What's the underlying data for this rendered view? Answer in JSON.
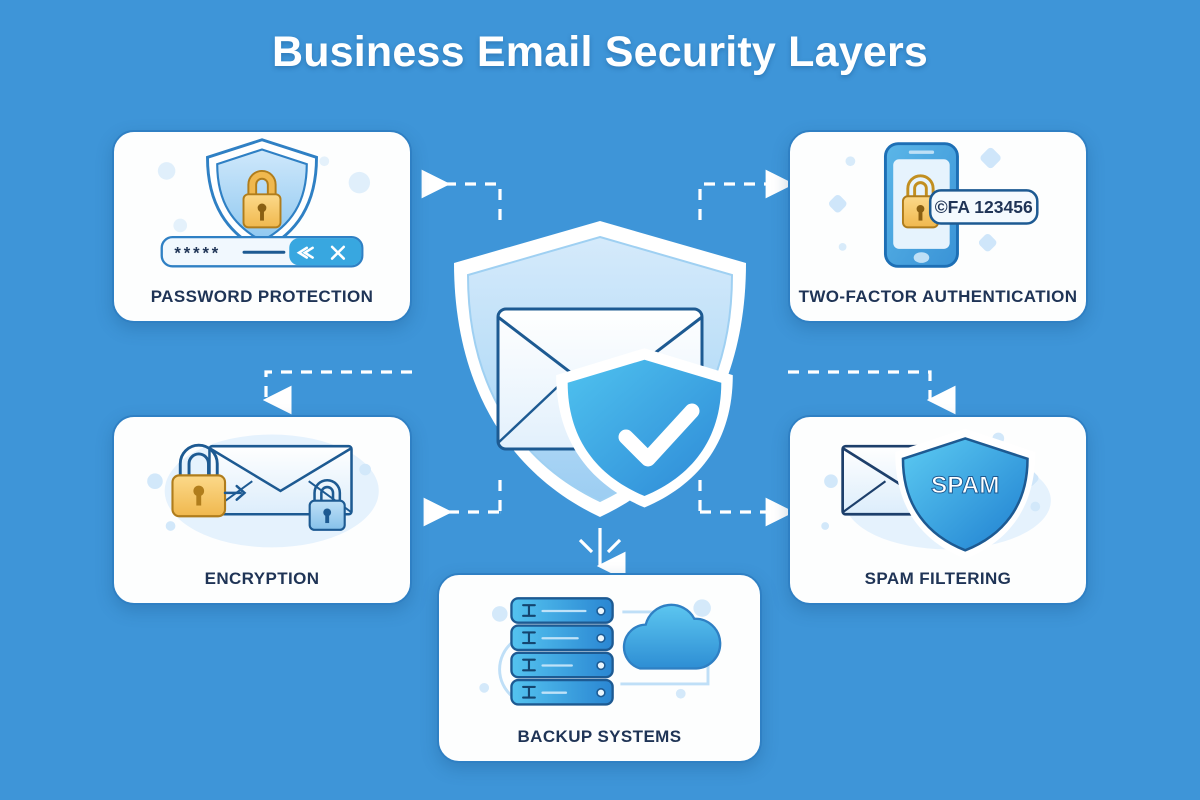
{
  "page": {
    "title": "Business Email Security Layers",
    "background_color": "#3e95d8",
    "card_background": "#fdfefe",
    "label_color": "#1f3456",
    "accent_color": "#2f80c4",
    "connector_color": "#ffffff"
  },
  "hub": {
    "name": "central-email-shield",
    "elements": [
      "shield",
      "envelope",
      "verified-check-badge"
    ]
  },
  "cards": [
    {
      "id": "password",
      "label": "PASSWORD PROTECTION",
      "icon": "shield-lock-icon",
      "field_value": "*****",
      "position": "top-left"
    },
    {
      "id": "twofa",
      "label": "TWO-FACTOR AUTHENTICATION",
      "icon": "smartphone-lock-icon",
      "code_badge": "©FA 123456",
      "position": "top-right"
    },
    {
      "id": "encryption",
      "label": "ENCRYPTION",
      "icon": "envelope-padlock-icon",
      "position": "middle-left"
    },
    {
      "id": "spam",
      "label": "SPAM FILTERING",
      "icon": "envelope-spam-shield-icon",
      "shield_text": "SPAM",
      "position": "middle-right"
    },
    {
      "id": "backup",
      "label": "BACKUP SYSTEMS",
      "icon": "server-rack-cloud-icon",
      "server_tiers": 4,
      "position": "bottom-center"
    }
  ],
  "connectors": [
    {
      "from": "hub",
      "to": "password",
      "direction": "left",
      "style": "dashed-elbow-arrow"
    },
    {
      "from": "hub",
      "to": "twofa",
      "direction": "right",
      "style": "dashed-elbow-arrow"
    },
    {
      "from": "hub",
      "to": "encryption",
      "direction": "left",
      "style": "dashed-elbow-arrow"
    },
    {
      "from": "hub",
      "to": "spam",
      "direction": "right",
      "style": "dashed-elbow-arrow"
    },
    {
      "from": "hub",
      "to": "backup",
      "direction": "down",
      "style": "dashed-arrow"
    }
  ]
}
